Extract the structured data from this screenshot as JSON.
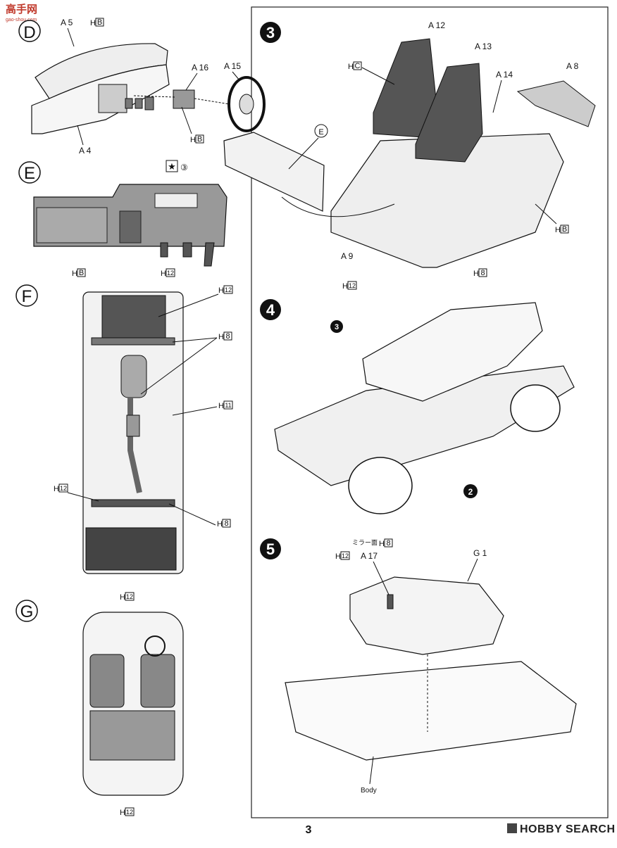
{
  "watermark": {
    "logo": "高手网",
    "url": "gao-shou.com",
    "bottom_brand": "HOBBY SEARCH"
  },
  "page_number": "3",
  "sections": {
    "D": {
      "letter": "D",
      "parts": [
        "A 5",
        "A 16",
        "A 15",
        "A 4"
      ],
      "codes": [
        "H",
        "H"
      ],
      "code_boxes": [
        "B",
        "B"
      ]
    },
    "E": {
      "letter": "E",
      "star_ref": "③",
      "codes": [
        "H",
        "H"
      ],
      "code_boxes": [
        "B",
        "12"
      ]
    },
    "F": {
      "letter": "F",
      "codes": [
        "H",
        "H",
        "H",
        "H",
        "H"
      ],
      "code_boxes": [
        "12",
        "8",
        "11",
        "12",
        "8"
      ]
    },
    "G": {
      "letter": "G",
      "codes": [
        "H",
        "H"
      ],
      "code_boxes": [
        "12",
        "12"
      ]
    }
  },
  "steps": {
    "s3": {
      "num": "3",
      "parts": [
        "A 12",
        "A 13",
        "A 14",
        "A 8",
        "A 9"
      ],
      "ref_E": "E",
      "codes": [
        "H",
        "H",
        "H",
        "H"
      ],
      "code_boxes": [
        "C",
        "B",
        "8",
        "12"
      ]
    },
    "s4": {
      "num": "4",
      "ref_a": "3",
      "ref_b": "2"
    },
    "s5": {
      "num": "5",
      "mirror": "ミラー面",
      "codes": [
        "H",
        "H"
      ],
      "code_boxes": [
        "8",
        "12"
      ],
      "parts": [
        "A 17",
        "G 1"
      ],
      "body": "Body"
    }
  }
}
